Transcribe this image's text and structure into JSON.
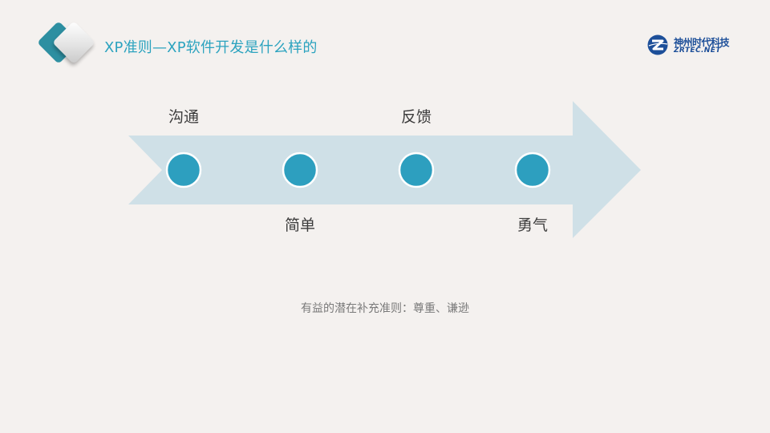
{
  "header": {
    "title": "XP准则—XP软件开发是什么样的"
  },
  "logo": {
    "cn_text": "神州时代科技",
    "en_text": "ZRTEC.NET",
    "icon": "zrtec-logo-icon"
  },
  "diagram": {
    "steps": [
      {
        "label": "沟通",
        "position": "above"
      },
      {
        "label": "简单",
        "position": "below"
      },
      {
        "label": "反馈",
        "position": "above"
      },
      {
        "label": "勇气",
        "position": "below"
      }
    ],
    "note": "有益的潜在补充准则：尊重、谦逊"
  },
  "colors": {
    "accent": "#2ca3bf",
    "arrow": "#cfe0e7",
    "node": "#2d9fbf",
    "background": "#f4f1ef"
  }
}
